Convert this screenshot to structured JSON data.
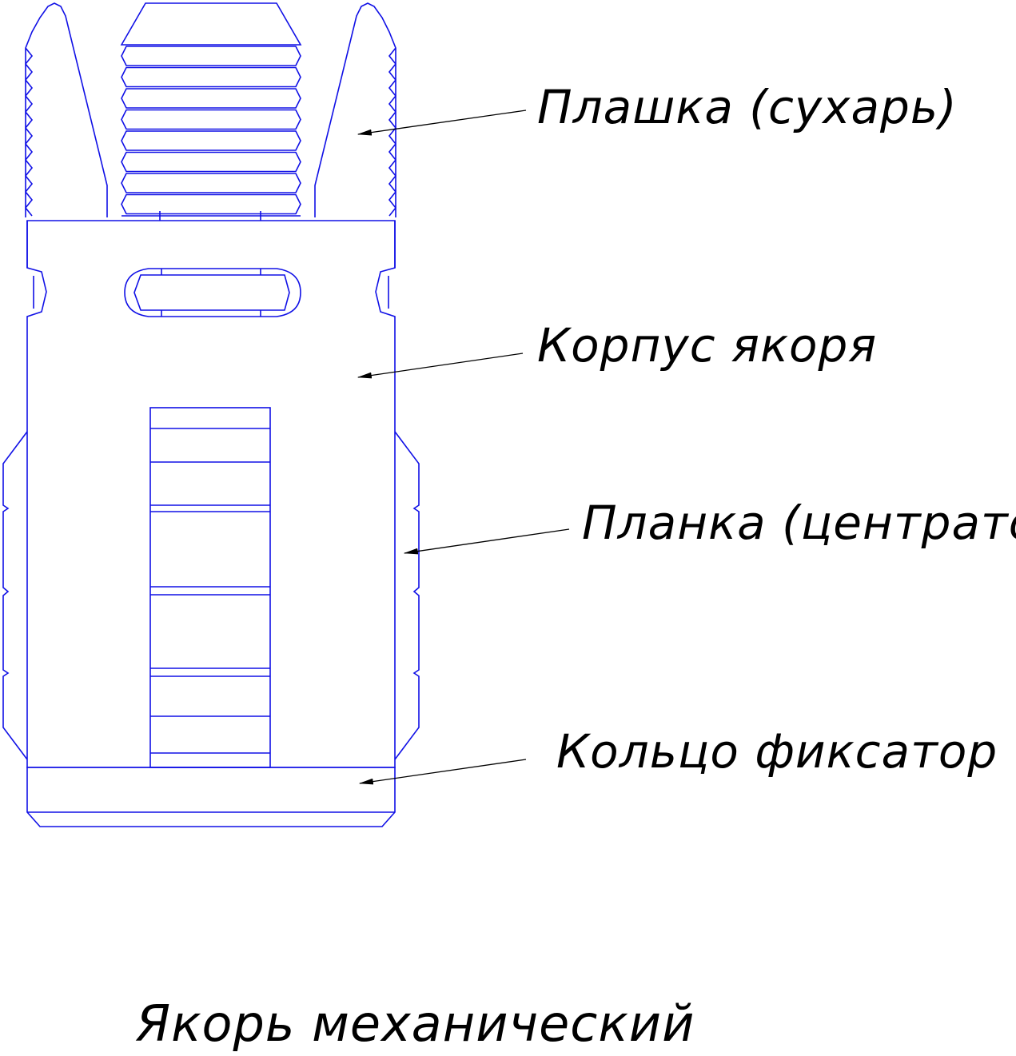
{
  "drawing": {
    "title": "Якорь механический",
    "line_color": "#1010e6",
    "text_color": "#000000",
    "callouts": [
      {
        "id": "die",
        "label": "Плашка (сухарь)"
      },
      {
        "id": "body",
        "label": "Корпус якоря"
      },
      {
        "id": "centralizer",
        "label": "Планка (центратор)"
      },
      {
        "id": "ring",
        "label": "Кольцо фиксатор"
      }
    ]
  }
}
